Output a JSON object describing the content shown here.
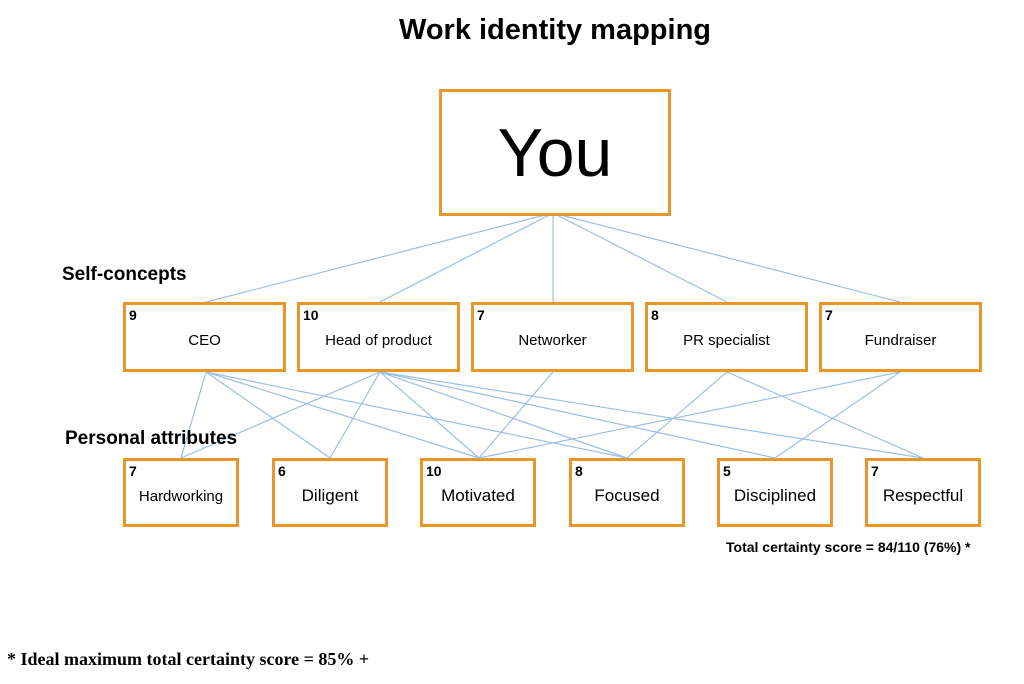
{
  "title": "Work identity mapping",
  "root": {
    "label": "You"
  },
  "sections": {
    "self_concepts": "Self-concepts",
    "personal_attributes": "Personal attributes"
  },
  "self_concepts": [
    {
      "id": "ceo",
      "score": "9",
      "label": "CEO"
    },
    {
      "id": "head-of-product",
      "score": "10",
      "label": "Head of product"
    },
    {
      "id": "networker",
      "score": "7",
      "label": "Networker"
    },
    {
      "id": "pr-specialist",
      "score": "8",
      "label": "PR specialist"
    },
    {
      "id": "fundraiser",
      "score": "7",
      "label": "Fundraiser"
    }
  ],
  "personal_attributes": [
    {
      "id": "hardworking",
      "score": "7",
      "label": "Hardworking"
    },
    {
      "id": "diligent",
      "score": "6",
      "label": "Diligent"
    },
    {
      "id": "motivated",
      "score": "10",
      "label": "Motivated"
    },
    {
      "id": "focused",
      "score": "8",
      "label": "Focused"
    },
    {
      "id": "disciplined",
      "score": "5",
      "label": "Disciplined"
    },
    {
      "id": "respectful",
      "score": "7",
      "label": "Respectful"
    }
  ],
  "edges": {
    "root_to_concepts": [
      "ceo",
      "head-of-product",
      "networker",
      "pr-specialist",
      "fundraiser"
    ],
    "concept_to_attribute": [
      [
        "ceo",
        "hardworking"
      ],
      [
        "ceo",
        "diligent"
      ],
      [
        "ceo",
        "motivated"
      ],
      [
        "ceo",
        "focused"
      ],
      [
        "head-of-product",
        "hardworking"
      ],
      [
        "head-of-product",
        "diligent"
      ],
      [
        "head-of-product",
        "motivated"
      ],
      [
        "head-of-product",
        "focused"
      ],
      [
        "head-of-product",
        "disciplined"
      ],
      [
        "head-of-product",
        "respectful"
      ],
      [
        "networker",
        "motivated"
      ],
      [
        "pr-specialist",
        "focused"
      ],
      [
        "pr-specialist",
        "respectful"
      ],
      [
        "fundraiser",
        "motivated"
      ],
      [
        "fundraiser",
        "disciplined"
      ]
    ]
  },
  "colors": {
    "box_border": "#e8952a",
    "edge": "#9dbfe0"
  },
  "total_score": "Total certainty score = 84/110 (76%) *",
  "footnote": "* Ideal maximum total certainty score = 85% +"
}
